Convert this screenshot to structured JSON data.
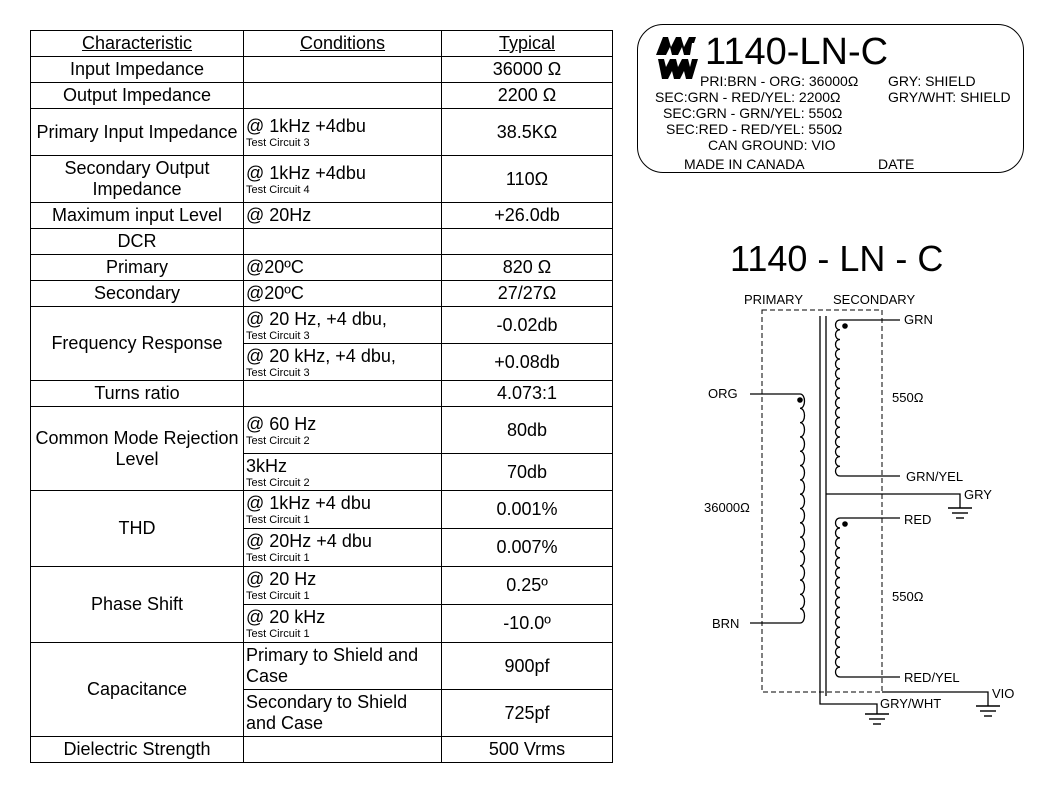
{
  "table": {
    "headers": {
      "characteristic": "Characteristic",
      "conditions": "Conditions",
      "typical": "Typical"
    },
    "rows": [
      {
        "characteristic": "Input Impedance",
        "condition": "",
        "test_circuit": "",
        "typical": "36000 Ω"
      },
      {
        "characteristic": "Output Impedance",
        "condition": "",
        "test_circuit": "",
        "typical": "2200 Ω"
      },
      {
        "characteristic": "Primary Input Impedance",
        "condition": "@ 1kHz  +4dbu",
        "test_circuit": "Test Circuit 3",
        "typical": "38.5KΩ"
      },
      {
        "characteristic": "Secondary Output Impedance",
        "condition": "@ 1kHz  +4dbu",
        "test_circuit": "Test Circuit 4",
        "typical": "110Ω"
      },
      {
        "characteristic": "Maximum input Level",
        "condition": "@ 20Hz",
        "test_circuit": "",
        "typical": "+26.0db"
      },
      {
        "characteristic": "DCR",
        "condition": "",
        "test_circuit": "",
        "typical": ""
      },
      {
        "characteristic": "Primary",
        "condition": "@20ºC",
        "test_circuit": "",
        "typical": "820 Ω"
      },
      {
        "characteristic": "Secondary",
        "condition": "@20ºC",
        "test_circuit": "",
        "typical": "27/27Ω"
      },
      {
        "characteristic": "Frequency Response",
        "condition": "@ 20 Hz, +4 dbu,",
        "test_circuit": "Test Circuit 3",
        "typical": "-0.02db"
      },
      {
        "characteristic": "",
        "condition": "@ 20 kHz, +4 dbu,",
        "test_circuit": "Test Circuit 3",
        "typical": "+0.08db"
      },
      {
        "characteristic": "Turns ratio",
        "condition": "",
        "test_circuit": "",
        "typical": "4.073:1"
      },
      {
        "characteristic": "Common Mode Rejection Level",
        "condition": "@ 60 Hz",
        "test_circuit": "Test Circuit 2",
        "typical": "80db"
      },
      {
        "characteristic": "",
        "condition": "3kHz",
        "test_circuit": "Test Circuit 2",
        "typical": "70db"
      },
      {
        "characteristic": "THD",
        "condition": "@ 1kHz +4 dbu",
        "test_circuit": "Test Circuit 1",
        "typical": "0.001%"
      },
      {
        "characteristic": "",
        "condition": "@ 20Hz +4 dbu",
        "test_circuit": "Test Circuit 1",
        "typical": "0.007%"
      },
      {
        "characteristic": "Phase Shift",
        "condition": "@ 20 Hz",
        "test_circuit": "Test Circuit 1",
        "typical": "0.25º"
      },
      {
        "characteristic": "",
        "condition": "@ 20 kHz",
        "test_circuit": "Test Circuit 1",
        "typical": "-10.0º"
      },
      {
        "characteristic": "Capacitance",
        "condition": "Primary to Shield and Case",
        "test_circuit": "",
        "typical": "900pf"
      },
      {
        "characteristic": "",
        "condition": "Secondary to Shield and Case",
        "test_circuit": "",
        "typical": "725pf"
      },
      {
        "characteristic": "Dielectric Strength",
        "condition": "",
        "test_circuit": "",
        "typical": "500 Vrms"
      }
    ]
  },
  "label": {
    "model": "1140-LN-C",
    "pri": "PRI:BRN - ORG:  36000Ω",
    "sec1": "SEC:GRN - RED/YEL:  2200Ω",
    "sec2": "SEC:GRN - GRN/YEL:  550Ω",
    "sec3": "SEC:RED - RED/YEL:  550Ω",
    "can_ground": "CAN GROUND: VIO",
    "gry": "GRY: SHIELD",
    "gry_wht": "GRY/WHT: SHIELD",
    "made_in": "MADE IN CANADA",
    "date": "DATE"
  },
  "schematic": {
    "title": "1140 - LN - C",
    "primary_label": "PRIMARY",
    "secondary_label": "SECONDARY",
    "org": "ORG",
    "brn": "BRN",
    "primary_impedance": "36000Ω",
    "grn": "GRN",
    "grn_yel": "GRN/YEL",
    "gry": "GRY",
    "red": "RED",
    "red_yel": "RED/YEL",
    "gry_wht": "GRY/WHT",
    "vio": "VIO",
    "sec_impedance_top": "550Ω",
    "sec_impedance_bottom": "550Ω"
  }
}
